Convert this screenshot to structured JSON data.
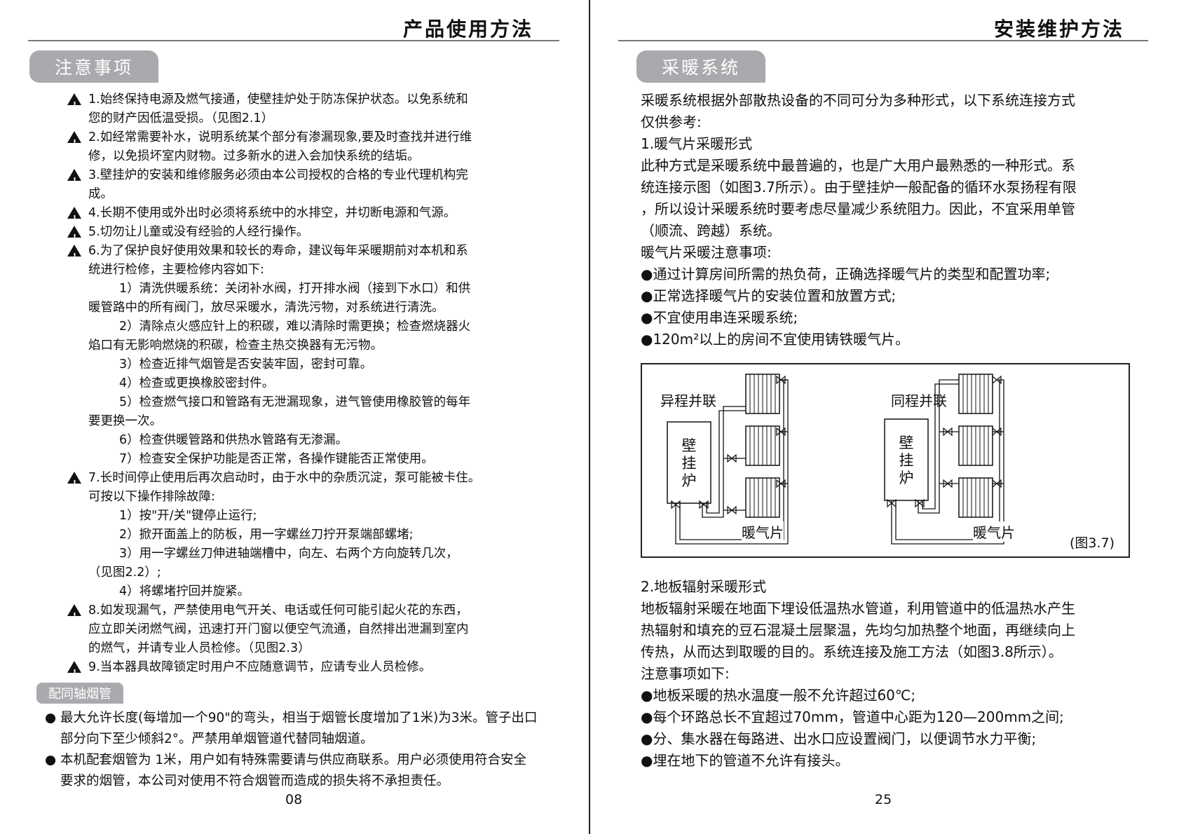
{
  "left": {
    "header": "产品使用方法",
    "section_title": "注意事项",
    "notes": [
      "1.始终保持电源及燃气接通，使壁挂炉处于防冻保护状态。以免系统和",
      "您的财产因低温受损。（见图2.1）",
      "2.如经常需要补水，说明系统某个部分有渗漏现象,要及时查找并进行维",
      "修，以免损坏室内财物。过多新水的进入会加快系统的结垢。",
      "3.壁挂炉的安装和维修服务必须由本公司授权的合格的专业代理机构完",
      "成。",
      "4.长期不使用或外出时必须将系统中的水排空，并切断电源和气源。",
      "5.切勿让儿童或没有经验的人经行操作。",
      "6.为了保护良好使用效果和较长的寿命，建议每年采暖期前对本机和系",
      "统进行检修，主要检修内容如下:",
      "1）清洗供暖系统：关闭补水阀，打开排水阀（接到下水口）和供",
      "暖管路中的所有阀门，放尽采暖水，清洗污物，对系统进行清洗。",
      "2）清除点火感应针上的积碳，难以清除时需更换；检查燃烧器火",
      "焰口有无影响燃烧的积碳，检查主热交换器有无污物。",
      "3）检查近排气烟管是否安装牢固，密封可靠。",
      "4）检查或更换橡胶密封件。",
      "5）检查燃气接口和管路有无泄漏现象，进气管使用橡胶管的每年",
      "要更换一次。",
      "6）检查供暖管路和供热水管路有无渗漏。",
      "7）检查安全保护功能是否正常，各操作键能否正常使用。",
      "7.长时间停止使用后再次启动时，由于水中的杂质沉淀，泵可能被卡住。",
      "可按以下操作排除故障:",
      "1）按\"开/关\"键停止运行;",
      "2）掀开面盖上的防板，用一字螺丝刀拧开泵端部螺堵;",
      "3）用一字螺丝刀伸进轴端槽中，向左、右两个方向旋转几次，",
      "（见图2.2）;",
      "4）将螺堵拧回并旋紧。",
      "8.如发现漏气，严禁使用电气开关、电话或任何可能引起火花的东西，",
      "应立即关闭燃气阀，迅速打开门窗以便空气流通，自然排出泄漏到室内",
      "的燃气，并请专业人员检修。（见图2.3）",
      "9.当本器具故障锁定时用户不应随意调节，应请专业人员检修。"
    ],
    "subsection_title": "配同轴烟管",
    "bullets": [
      "最大允许长度(每增加一个90\"的弯头，相当于烟管长度增加了1米)为3米。管子出口",
      "部分向下至少倾斜2°。严禁用单烟管道代替同轴烟道。",
      "本机配套烟管为 1米，用户如有特殊需要请与供应商联系。用户必须使用符合安全",
      "要求的烟管，本公司对使用不符合烟管而造成的损失将不承担责任。"
    ],
    "page_number": "08"
  },
  "right": {
    "header": "安装维护方法",
    "section_title": "采暖系统",
    "lines_top": [
      "采暖系统根据外部散热设备的不同可分为多种形式，以下系统连接方式",
      "仅供参考:",
      "1.暖气片采暖形式",
      "此种方式是采暖系统中最普遍的，也是广大用户最熟悉的一种形式。系",
      "统连接示图（如图3.7所示）。由于壁挂炉一般配备的循环水泵扬程有限",
      "，所以设计采暖系统时要考虑尽量减少系统阻力。因此，不宜采用单管",
      "（顺流、跨越）系统。",
      "暖气片采暖注意事项:",
      "●通过计算房间所需的热负荷，正确选择暖气片的类型和配置功率;",
      "●正常选择暖气片的安装位置和放置方式;",
      "●不宜使用串连采暖系统;",
      "●120m²以上的房间不宜使用铸铁暖气片。"
    ],
    "figure": {
      "left_title": "异程并联",
      "right_title": "同程并联",
      "boiler_label": "壁挂炉",
      "radiator_label": "暖气片",
      "caption": "(图3.7)"
    },
    "lines_bottom": [
      "2.地板辐射采暖形式",
      "地板辐射采暖在地面下埋设低温热水管道，利用管道中的低温热水产生",
      "热辐射和填充的豆石混凝土层聚温，先均匀加热整个地面，再继续向上",
      "传热，从而达到取暖的目的。系统连接及施工方法（如图3.8所示）。",
      "注意事项如下:",
      "●地板采暖的热水温度一般不允许超过60℃;",
      "●每个环路总长不宜超过70mm，管道中心距为120—200mm之间;",
      "●分、集水器在每路进、出水口应设置阀门，以便调节水力平衡;",
      "●埋在地下的管道不允许有接头。"
    ],
    "page_number": "25"
  }
}
